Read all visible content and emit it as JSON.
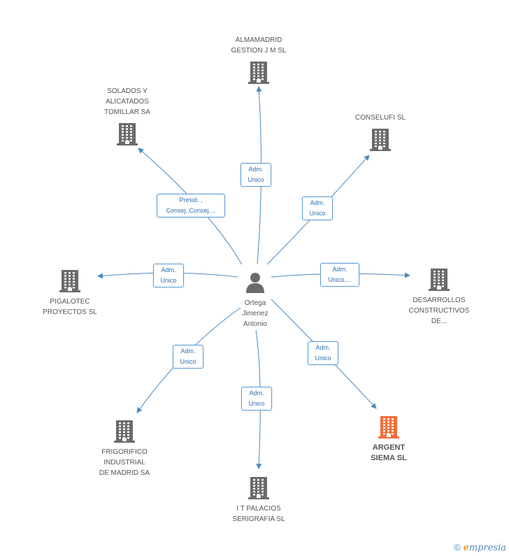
{
  "colors": {
    "edge": "#4a8bc2",
    "building": "#6b6b6b",
    "building_highlight": "#f26f3b",
    "person": "#6b6b6b"
  },
  "center": {
    "label": "Ortega\nJimenez\nAntonio",
    "icon": "person-icon"
  },
  "nodes": [
    {
      "id": "almamadrid",
      "label": "ALMAMADRID\nGESTION J M SL",
      "icon": "building-icon"
    },
    {
      "id": "solados",
      "label": "SOLADOS Y\nALICATADOS\nTOMILLAR SA",
      "icon": "building-icon"
    },
    {
      "id": "conselufi",
      "label": "CONSELUFI SL",
      "icon": "building-icon"
    },
    {
      "id": "pigalotec",
      "label": "PIGALOTEC\nPROYECTOS SL",
      "icon": "building-icon"
    },
    {
      "id": "desarrollos",
      "label": "DESARROLLOS\nCONSTRUCTIVOS\nDE...",
      "icon": "building-icon"
    },
    {
      "id": "frigorifico",
      "label": "FRIGORIFICO\nINDUSTRIAL\nDE MADRID SA",
      "icon": "building-icon"
    },
    {
      "id": "argent",
      "label": "ARGENT\nSIEMA SL",
      "icon": "building-icon",
      "highlight": true
    },
    {
      "id": "palacios",
      "label": "I T PALACIOS\nSERIGRAFIA SL",
      "icon": "building-icon"
    }
  ],
  "edges": [
    {
      "to": "almamadrid",
      "label": "Adm.\nUnico"
    },
    {
      "to": "solados",
      "label": "Presid. ,\nConsej.,Consej...."
    },
    {
      "to": "conselufi",
      "label": "Adm.\nUnico"
    },
    {
      "to": "pigalotec",
      "label": "Adm.\nUnico"
    },
    {
      "to": "desarrollos",
      "label": "Adm.\nUnico,..."
    },
    {
      "to": "frigorifico",
      "label": "Adm.\nUnico"
    },
    {
      "to": "argent",
      "label": "Adm.\nUnico"
    },
    {
      "to": "palacios",
      "label": "Adm.\nUnico"
    }
  ],
  "watermark": {
    "copyright": "©",
    "brand_initial": "e",
    "brand_rest": "mpresia"
  }
}
